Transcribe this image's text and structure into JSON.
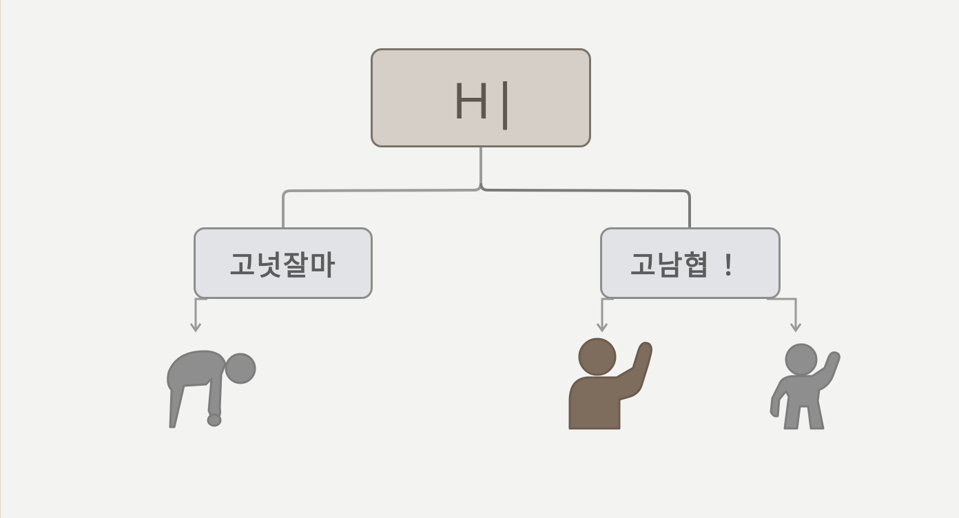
{
  "diagram": {
    "root": {
      "label": "Ｈ|"
    },
    "children": [
      {
        "label": "고넛잘마"
      },
      {
        "label": "고남협 ！"
      }
    ],
    "figures": [
      {
        "icon": "bowing-person-icon",
        "color": "#8e8e8e"
      },
      {
        "icon": "waving-person-icon",
        "color": "#7e6c5c"
      },
      {
        "icon": "waving-child-icon",
        "color": "#8e8e8e"
      }
    ],
    "colors": {
      "background": "#f3f3f2",
      "root_fill": "#d6cfc8",
      "root_border": "#7b736a",
      "child_fill": "#e2e3e6",
      "child_border": "#8d8d8d",
      "connector": "#8a8a8a"
    }
  }
}
